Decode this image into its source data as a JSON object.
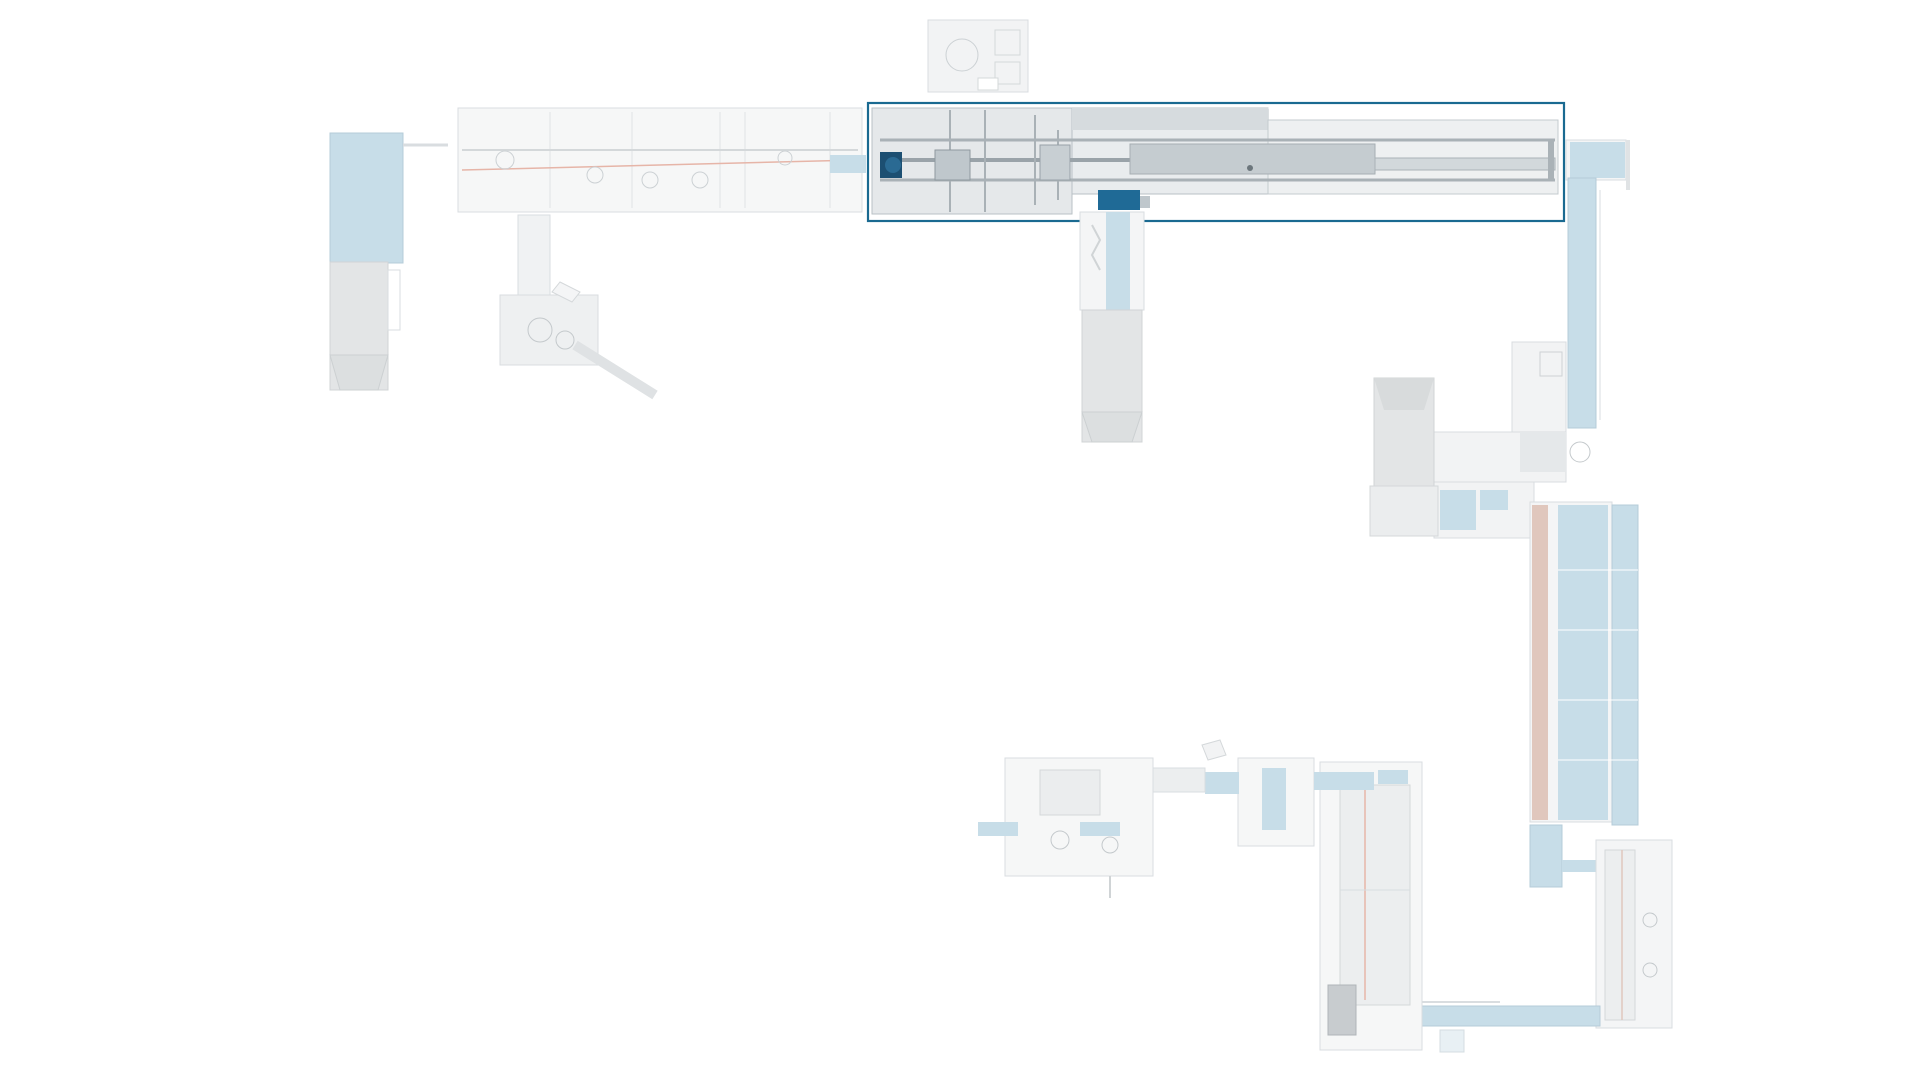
{
  "diagram": {
    "type": "production-line-layout",
    "view": "top-down",
    "selected_unit": "unit-07",
    "units": [
      {
        "id": "unit-01",
        "kind": "hopper"
      },
      {
        "id": "unit-02",
        "kind": "machine-block"
      },
      {
        "id": "unit-03",
        "kind": "feeder"
      },
      {
        "id": "unit-04",
        "kind": "control-cabinet"
      },
      {
        "id": "unit-05",
        "kind": "conveyor"
      },
      {
        "id": "unit-06",
        "kind": "hopper"
      },
      {
        "id": "unit-07",
        "kind": "machine-block"
      },
      {
        "id": "unit-08",
        "kind": "conveyor"
      },
      {
        "id": "unit-09",
        "kind": "machine-block"
      },
      {
        "id": "unit-10",
        "kind": "hopper"
      },
      {
        "id": "unit-11",
        "kind": "buffer-table"
      },
      {
        "id": "unit-12",
        "kind": "machine-block"
      },
      {
        "id": "unit-13",
        "kind": "conveyor"
      },
      {
        "id": "unit-14",
        "kind": "machine-block"
      },
      {
        "id": "unit-15",
        "kind": "machine-block"
      },
      {
        "id": "unit-16",
        "kind": "machine-block"
      }
    ]
  },
  "colors": {
    "conveyor": "#c7dde8",
    "frame": "#d9dde0",
    "machine": "#eceeef",
    "hopper": "#e3e5e6",
    "selection": "#1a6a91",
    "selected_fill": "#b9c1c6",
    "accent_dark": "#1c4f72",
    "detail": "#c4c9cc",
    "track": "#e6b5a8"
  }
}
